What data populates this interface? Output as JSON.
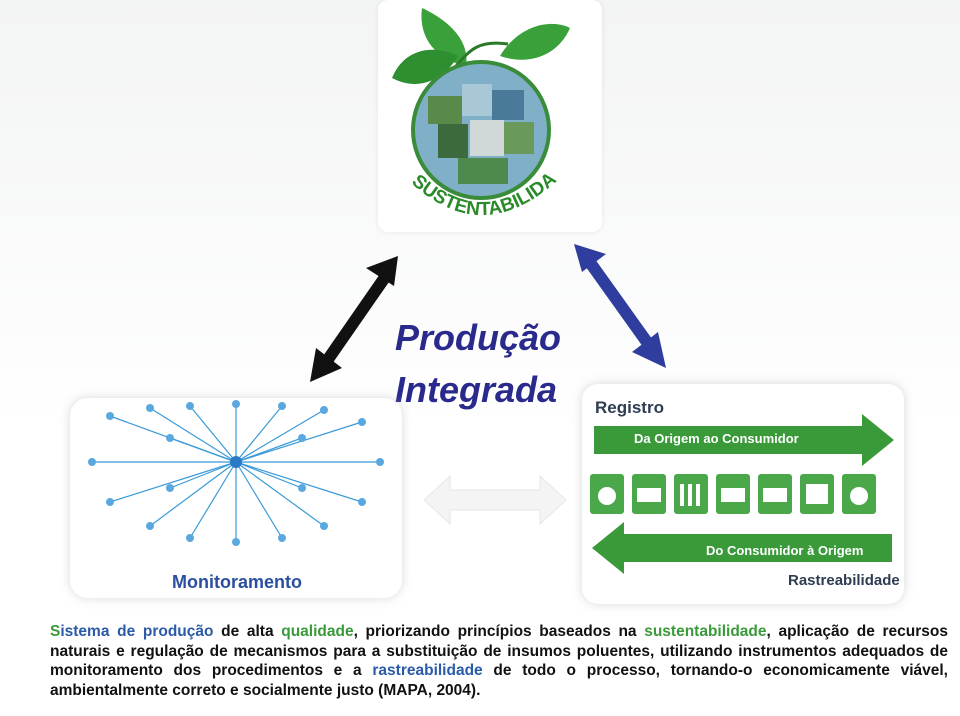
{
  "logo": {
    "text": "SUSTENTABILIDADE"
  },
  "title": {
    "line1": "Produção",
    "line2": "Integrada"
  },
  "monitoring": {
    "label": "Monitoramento"
  },
  "traceability": {
    "registro": "Registro",
    "arrow_forward": "Da Origem ao Consumidor",
    "arrow_back": "Do Consumidor à Origem",
    "rastreabilidade": "Rastreabilidade"
  },
  "paragraph": {
    "w1": "S",
    "w2": "istema de produção",
    "w3": " de alta ",
    "w4": "qualidade",
    "w5": ", priorizando princípios baseados na ",
    "w6": "sustentabilidade",
    "w7": ", aplicação de recursos naturais e regulação de mecanismos para a substituição de insumos poluentes, utilizando instrumentos adequados de monitoramento dos procedimentos e a ",
    "w8": "rastreabilidade",
    "w9": " de todo o processo, tornando-o economicamente viável, ambientalmente correto e socialmente justo (MAPA, 2004)."
  },
  "colors": {
    "title": "#2a2a8c",
    "green": "#3a9a3a",
    "blue_arrow": "#2f3d9e"
  }
}
